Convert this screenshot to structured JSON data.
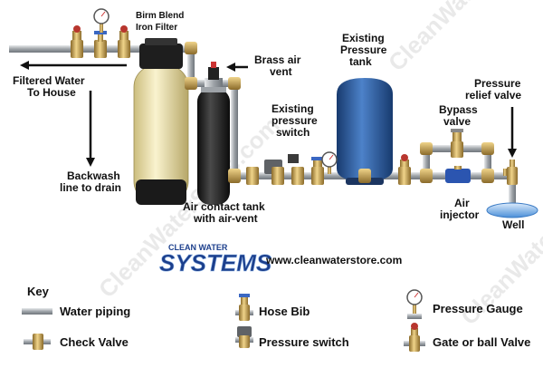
{
  "labels": {
    "birm_filter": [
      "Birm Blend",
      "Iron Filter"
    ],
    "filtered_water": [
      "Filtered Water",
      "To House"
    ],
    "brass_vent": [
      "Brass air",
      "vent"
    ],
    "existing_tank": [
      "Existing",
      "Pressure",
      "tank"
    ],
    "pressure_switch": [
      "Existing",
      "pressure",
      "switch"
    ],
    "bypass_valve": [
      "Bypass",
      "valve"
    ],
    "relief_valve": [
      "Pressure",
      "relief valve"
    ],
    "backwash": [
      "Backwash",
      "line to drain"
    ],
    "air_contact_tank": [
      "Air contact tank",
      "with air-vent"
    ],
    "air_injector": [
      "Air",
      "injector"
    ],
    "well": "Well"
  },
  "logo": {
    "line1": "CLEAN WATER",
    "line2": "SYSTEMS"
  },
  "website": "www.cleanwaterstore.com",
  "watermark": "CleanWaterStore.com",
  "key": {
    "title": "Key",
    "items": [
      {
        "label": "Water piping",
        "icon": "pipe-icon"
      },
      {
        "label": "Check Valve",
        "icon": "check-valve-icon"
      },
      {
        "label": "Hose Bib",
        "icon": "hose-bib-icon"
      },
      {
        "label": "Pressure switch",
        "icon": "pressure-switch-icon"
      },
      {
        "label": "Pressure Gauge",
        "icon": "pressure-gauge-icon"
      },
      {
        "label": "Gate or ball Valve",
        "icon": "gate-valve-icon"
      }
    ]
  },
  "colors": {
    "brass": "#c8a050",
    "pipe": "#a9adb2",
    "tank_blue": "#2f5d9c",
    "filter_tan": "#efe6b3",
    "tank_black": "#1c1c1c",
    "logo_blue": "#1c3f8c"
  }
}
